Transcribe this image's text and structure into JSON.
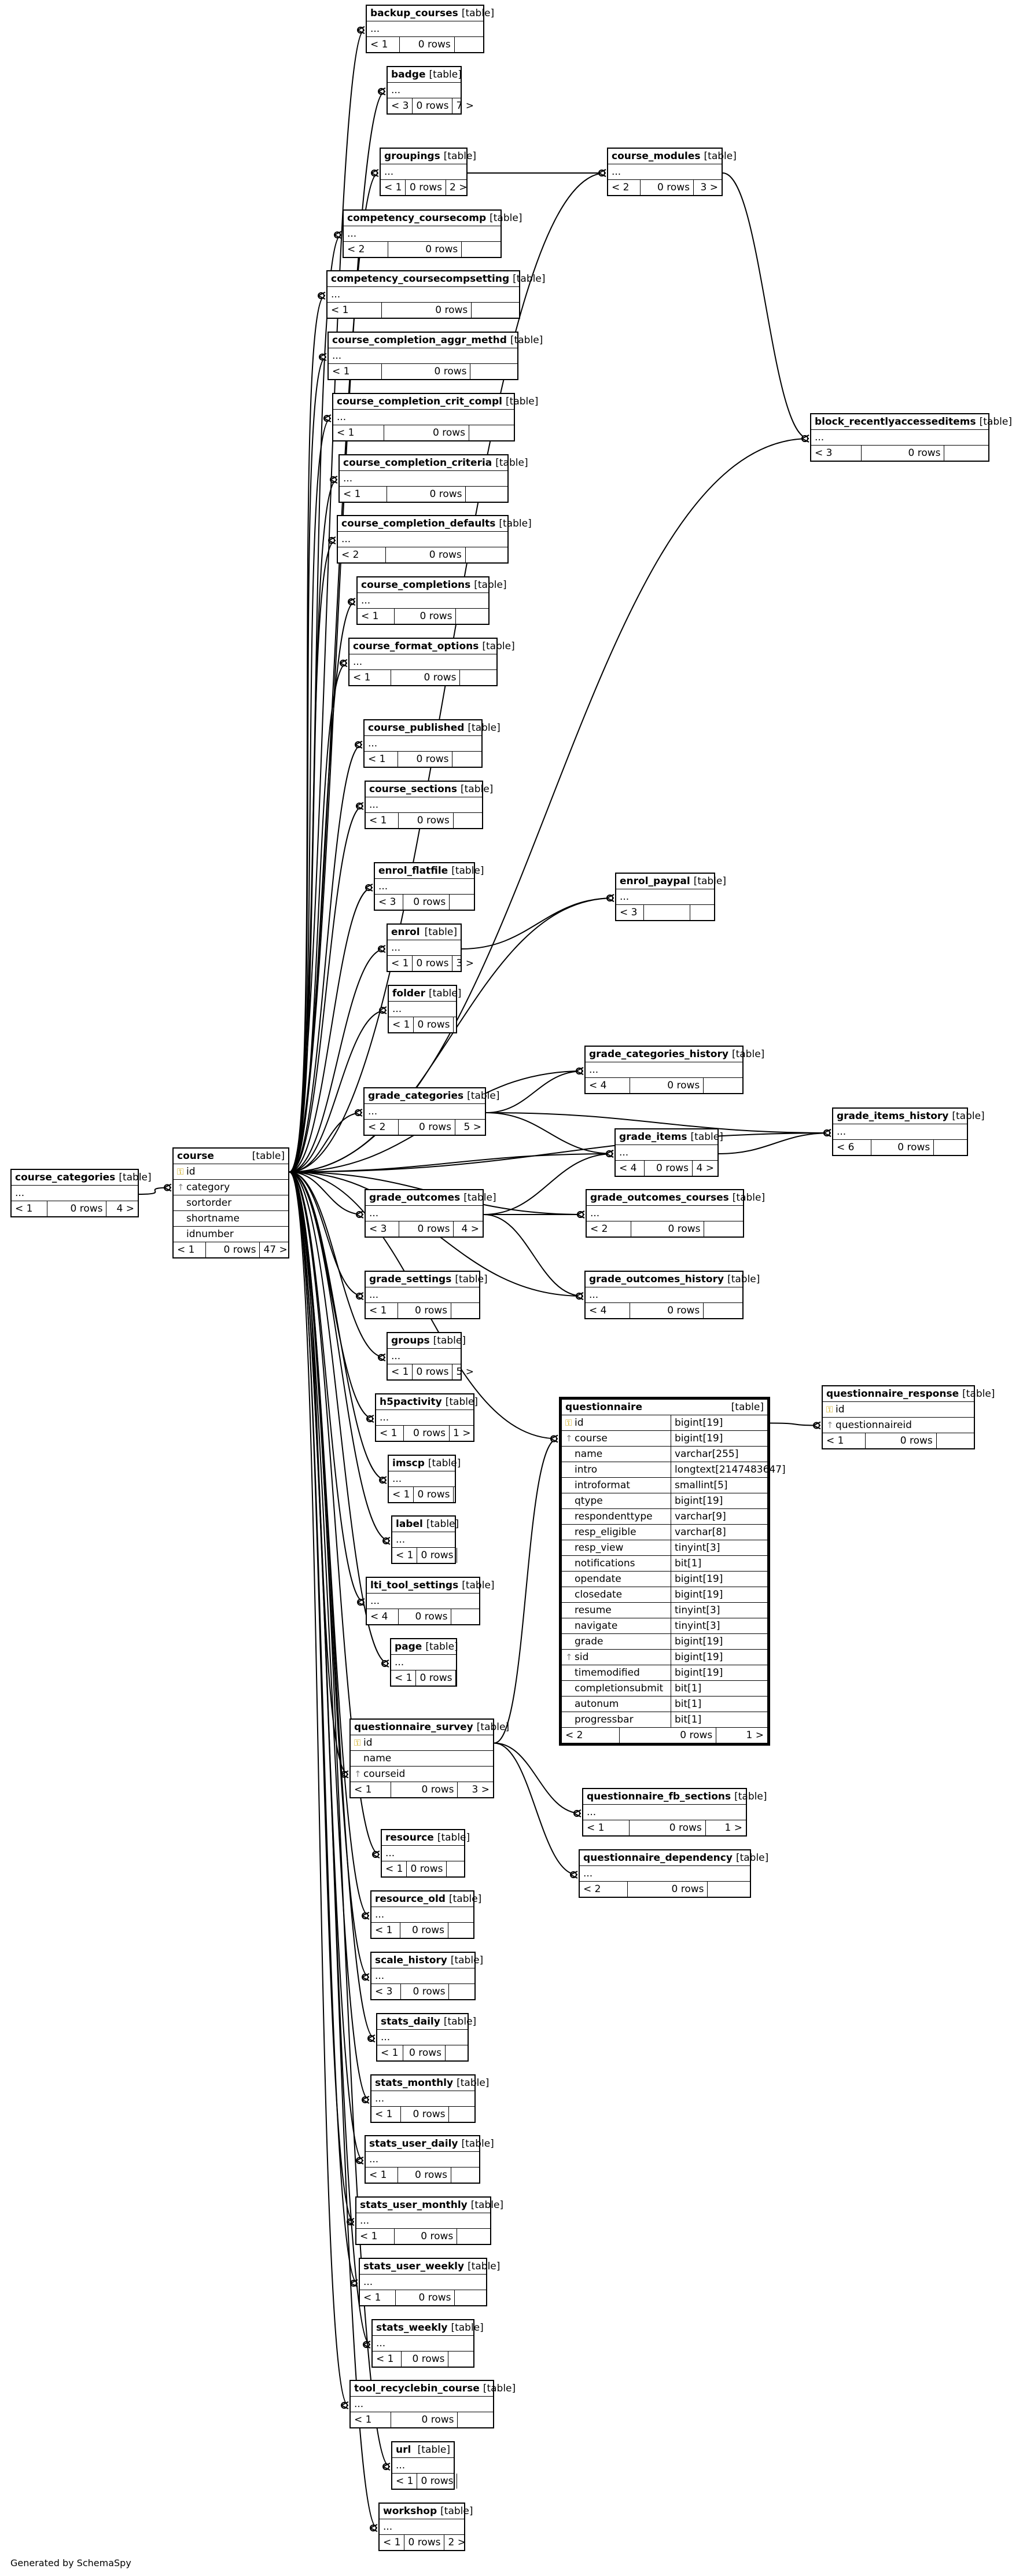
{
  "footer": "Generated by SchemaSpy",
  "ellipsis": "...",
  "tables": [
    {
      "id": "course_categories",
      "name": "course_categories",
      "type": "[table]",
      "footer": [
        "< 1",
        "0 rows",
        "4 >"
      ]
    },
    {
      "id": "course",
      "name": "course",
      "type": "[table]",
      "cols": [
        {
          "n": "id",
          "k": "pk"
        },
        {
          "n": "category",
          "k": "fk"
        },
        {
          "n": "sortorder"
        },
        {
          "n": "shortname"
        },
        {
          "n": "idnumber"
        }
      ],
      "footer": [
        "< 1",
        "0 rows",
        "47 >"
      ]
    },
    {
      "id": "backup_courses",
      "name": "backup_courses",
      "type": "[table]",
      "footer": [
        "< 1",
        "0 rows",
        ""
      ]
    },
    {
      "id": "badge",
      "name": "badge",
      "type": "[table]",
      "footer": [
        "< 3",
        "0 rows",
        "7 >"
      ]
    },
    {
      "id": "groupings",
      "name": "groupings",
      "type": "[table]",
      "footer": [
        "< 1",
        "0 rows",
        "2 >"
      ]
    },
    {
      "id": "course_modules",
      "name": "course_modules",
      "type": "[table]",
      "footer": [
        "< 2",
        "0 rows",
        "3 >"
      ]
    },
    {
      "id": "block_recently",
      "name": "block_recentlyaccesseditems",
      "type": "[table]",
      "footer": [
        "< 3",
        "0 rows",
        ""
      ]
    },
    {
      "id": "competency_coursecomp",
      "name": "competency_coursecomp",
      "type": "[table]",
      "footer": [
        "< 2",
        "0 rows",
        ""
      ]
    },
    {
      "id": "competency_coursecompsetting",
      "name": "competency_coursecompsetting",
      "type": "[table]",
      "footer": [
        "< 1",
        "0 rows",
        ""
      ]
    },
    {
      "id": "course_completion_aggr_methd",
      "name": "course_completion_aggr_methd",
      "type": "[table]",
      "footer": [
        "< 1",
        "0 rows",
        ""
      ]
    },
    {
      "id": "course_completion_crit_compl",
      "name": "course_completion_crit_compl",
      "type": "[table]",
      "footer": [
        "< 1",
        "0 rows",
        ""
      ]
    },
    {
      "id": "course_completion_criteria",
      "name": "course_completion_criteria",
      "type": "[table]",
      "footer": [
        "< 1",
        "0 rows",
        ""
      ]
    },
    {
      "id": "course_completion_defaults",
      "name": "course_completion_defaults",
      "type": "[table]",
      "footer": [
        "< 2",
        "0 rows",
        ""
      ]
    },
    {
      "id": "course_completions",
      "name": "course_completions",
      "type": "[table]",
      "footer": [
        "< 1",
        "0 rows",
        ""
      ]
    },
    {
      "id": "course_format_options",
      "name": "course_format_options",
      "type": "[table]",
      "footer": [
        "< 1",
        "0 rows",
        ""
      ]
    },
    {
      "id": "course_published",
      "name": "course_published",
      "type": "[table]",
      "footer": [
        "< 1",
        "0 rows",
        ""
      ]
    },
    {
      "id": "course_sections",
      "name": "course_sections",
      "type": "[table]",
      "footer": [
        "< 1",
        "0 rows",
        ""
      ]
    },
    {
      "id": "enrol_flatfile",
      "name": "enrol_flatfile",
      "type": "[table]",
      "footer": [
        "< 3",
        "0 rows",
        ""
      ]
    },
    {
      "id": "enrol_paypal",
      "name": "enrol_paypal",
      "type": "[table]",
      "footer": [
        "< 3",
        "",
        ""
      ]
    },
    {
      "id": "enrol",
      "name": "enrol",
      "type": "[table]",
      "footer": [
        "< 1",
        "0 rows",
        "3 >"
      ]
    },
    {
      "id": "folder",
      "name": "folder",
      "type": "[table]",
      "footer": [
        "< 1",
        "0 rows",
        ""
      ]
    },
    {
      "id": "grade_categories_history",
      "name": "grade_categories_history",
      "type": "[table]",
      "footer": [
        "< 4",
        "0 rows",
        ""
      ]
    },
    {
      "id": "grade_categories",
      "name": "grade_categories",
      "type": "[table]",
      "footer": [
        "< 2",
        "0 rows",
        "5 >"
      ]
    },
    {
      "id": "grade_items",
      "name": "grade_items",
      "type": "[table]",
      "footer": [
        "< 4",
        "0 rows",
        "4 >"
      ]
    },
    {
      "id": "grade_items_history",
      "name": "grade_items_history",
      "type": "[table]",
      "footer": [
        "< 6",
        "0 rows",
        ""
      ]
    },
    {
      "id": "grade_outcomes",
      "name": "grade_outcomes",
      "type": "[table]",
      "footer": [
        "< 3",
        "0 rows",
        "4 >"
      ]
    },
    {
      "id": "grade_outcomes_courses",
      "name": "grade_outcomes_courses",
      "type": "[table]",
      "footer": [
        "< 2",
        "0 rows",
        ""
      ]
    },
    {
      "id": "grade_outcomes_history",
      "name": "grade_outcomes_history",
      "type": "[table]",
      "footer": [
        "< 4",
        "0 rows",
        ""
      ]
    },
    {
      "id": "grade_settings",
      "name": "grade_settings",
      "type": "[table]",
      "footer": [
        "< 1",
        "0 rows",
        ""
      ]
    },
    {
      "id": "groups",
      "name": "groups",
      "type": "[table]",
      "footer": [
        "< 1",
        "0 rows",
        "5 >"
      ]
    },
    {
      "id": "h5pactivity",
      "name": "h5pactivity",
      "type": "[table]",
      "footer": [
        "< 1",
        "0 rows",
        "1 >"
      ]
    },
    {
      "id": "imscp",
      "name": "imscp",
      "type": "[table]",
      "footer": [
        "< 1",
        "0 rows",
        ""
      ]
    },
    {
      "id": "label",
      "name": "label",
      "type": "[table]",
      "footer": [
        "< 1",
        "0 rows",
        ""
      ]
    },
    {
      "id": "lti_tool_settings",
      "name": "lti_tool_settings",
      "type": "[table]",
      "footer": [
        "< 4",
        "0 rows",
        ""
      ]
    },
    {
      "id": "page",
      "name": "page",
      "type": "[table]",
      "footer": [
        "< 1",
        "0 rows",
        ""
      ]
    },
    {
      "id": "questionnaire",
      "name": "questionnaire",
      "type": "[table]",
      "cols": [
        {
          "n": "id",
          "t": "bigint[19]",
          "k": "pk"
        },
        {
          "n": "course",
          "t": "bigint[19]",
          "k": "fk"
        },
        {
          "n": "name",
          "t": "varchar[255]"
        },
        {
          "n": "intro",
          "t": "longtext[2147483647]"
        },
        {
          "n": "introformat",
          "t": "smallint[5]"
        },
        {
          "n": "qtype",
          "t": "bigint[19]"
        },
        {
          "n": "respondenttype",
          "t": "varchar[9]"
        },
        {
          "n": "resp_eligible",
          "t": "varchar[8]"
        },
        {
          "n": "resp_view",
          "t": "tinyint[3]"
        },
        {
          "n": "notifications",
          "t": "bit[1]"
        },
        {
          "n": "opendate",
          "t": "bigint[19]"
        },
        {
          "n": "closedate",
          "t": "bigint[19]"
        },
        {
          "n": "resume",
          "t": "tinyint[3]"
        },
        {
          "n": "navigate",
          "t": "tinyint[3]"
        },
        {
          "n": "grade",
          "t": "bigint[19]"
        },
        {
          "n": "sid",
          "t": "bigint[19]",
          "k": "fk"
        },
        {
          "n": "timemodified",
          "t": "bigint[19]"
        },
        {
          "n": "completionsubmit",
          "t": "bit[1]"
        },
        {
          "n": "autonum",
          "t": "bit[1]"
        },
        {
          "n": "progressbar",
          "t": "bit[1]"
        }
      ],
      "footer": [
        "< 2",
        "0 rows",
        "1 >"
      ]
    },
    {
      "id": "questionnaire_response",
      "name": "questionnaire_response",
      "type": "[table]",
      "cols": [
        {
          "n": "id",
          "k": "pk"
        },
        {
          "n": "questionnaireid",
          "k": "fk"
        }
      ],
      "footer": [
        "< 1",
        "0 rows",
        ""
      ]
    },
    {
      "id": "questionnaire_survey",
      "name": "questionnaire_survey",
      "type": "[table]",
      "cols": [
        {
          "n": "id",
          "k": "pk"
        },
        {
          "n": "name"
        },
        {
          "n": "courseid",
          "k": "fk"
        }
      ],
      "footer": [
        "< 1",
        "0 rows",
        "3 >"
      ]
    },
    {
      "id": "questionnaire_fb_sections",
      "name": "questionnaire_fb_sections",
      "type": "[table]",
      "footer": [
        "< 1",
        "0 rows",
        "1 >"
      ]
    },
    {
      "id": "questionnaire_dependency",
      "name": "questionnaire_dependency",
      "type": "[table]",
      "footer": [
        "< 2",
        "0 rows",
        ""
      ]
    },
    {
      "id": "resource",
      "name": "resource",
      "type": "[table]",
      "footer": [
        "< 1",
        "0 rows",
        ""
      ]
    },
    {
      "id": "resource_old",
      "name": "resource_old",
      "type": "[table]",
      "footer": [
        "< 1",
        "0 rows",
        ""
      ]
    },
    {
      "id": "scale_history",
      "name": "scale_history",
      "type": "[table]",
      "footer": [
        "< 3",
        "0 rows",
        ""
      ]
    },
    {
      "id": "stats_daily",
      "name": "stats_daily",
      "type": "[table]",
      "footer": [
        "< 1",
        "0 rows",
        ""
      ]
    },
    {
      "id": "stats_monthly",
      "name": "stats_monthly",
      "type": "[table]",
      "footer": [
        "< 1",
        "0 rows",
        ""
      ]
    },
    {
      "id": "stats_user_daily",
      "name": "stats_user_daily",
      "type": "[table]",
      "footer": [
        "< 1",
        "0 rows",
        ""
      ]
    },
    {
      "id": "stats_user_monthly",
      "name": "stats_user_monthly",
      "type": "[table]",
      "footer": [
        "< 1",
        "0 rows",
        ""
      ]
    },
    {
      "id": "stats_user_weekly",
      "name": "stats_user_weekly",
      "type": "[table]",
      "footer": [
        "< 1",
        "0 rows",
        ""
      ]
    },
    {
      "id": "stats_weekly",
      "name": "stats_weekly",
      "type": "[table]",
      "footer": [
        "< 1",
        "0 rows",
        ""
      ]
    },
    {
      "id": "tool_recyclebin_course",
      "name": "tool_recyclebin_course",
      "type": "[table]",
      "footer": [
        "< 1",
        "0 rows",
        ""
      ]
    },
    {
      "id": "url",
      "name": "url",
      "type": "[table]",
      "footer": [
        "< 1",
        "0 rows",
        ""
      ]
    },
    {
      "id": "workshop",
      "name": "workshop",
      "type": "[table]",
      "footer": [
        "< 1",
        "0 rows",
        "2 >"
      ]
    }
  ],
  "relationships": [
    [
      "course_categories",
      "course"
    ],
    [
      "course",
      "backup_courses"
    ],
    [
      "course",
      "badge"
    ],
    [
      "course",
      "groupings"
    ],
    [
      "course",
      "course_modules"
    ],
    [
      "course",
      "block_recently"
    ],
    [
      "course",
      "competency_coursecomp"
    ],
    [
      "course",
      "competency_coursecompsetting"
    ],
    [
      "course",
      "course_completion_aggr_methd"
    ],
    [
      "course",
      "course_completion_crit_compl"
    ],
    [
      "course",
      "course_completion_criteria"
    ],
    [
      "course",
      "course_completion_defaults"
    ],
    [
      "course",
      "course_completions"
    ],
    [
      "course",
      "course_format_options"
    ],
    [
      "course",
      "course_published"
    ],
    [
      "course",
      "course_sections"
    ],
    [
      "course",
      "enrol_flatfile"
    ],
    [
      "course",
      "enrol_paypal"
    ],
    [
      "course",
      "enrol"
    ],
    [
      "course",
      "folder"
    ],
    [
      "course",
      "grade_categories_history"
    ],
    [
      "course",
      "grade_categories"
    ],
    [
      "course",
      "grade_items"
    ],
    [
      "course",
      "grade_items_history"
    ],
    [
      "course",
      "grade_outcomes"
    ],
    [
      "course",
      "grade_outcomes_courses"
    ],
    [
      "course",
      "grade_outcomes_history"
    ],
    [
      "course",
      "grade_settings"
    ],
    [
      "course",
      "groups"
    ],
    [
      "course",
      "h5pactivity"
    ],
    [
      "course",
      "imscp"
    ],
    [
      "course",
      "label"
    ],
    [
      "course",
      "lti_tool_settings"
    ],
    [
      "course",
      "page"
    ],
    [
      "course",
      "questionnaire"
    ],
    [
      "course",
      "questionnaire_survey"
    ],
    [
      "course",
      "resource"
    ],
    [
      "course",
      "resource_old"
    ],
    [
      "course",
      "scale_history"
    ],
    [
      "course",
      "stats_daily"
    ],
    [
      "course",
      "stats_monthly"
    ],
    [
      "course",
      "stats_user_daily"
    ],
    [
      "course",
      "stats_user_monthly"
    ],
    [
      "course",
      "stats_user_weekly"
    ],
    [
      "course",
      "stats_weekly"
    ],
    [
      "course",
      "tool_recyclebin_course"
    ],
    [
      "course",
      "url"
    ],
    [
      "course",
      "workshop"
    ],
    [
      "groupings",
      "course_modules"
    ],
    [
      "course_modules",
      "block_recently"
    ],
    [
      "enrol",
      "enrol_paypal"
    ],
    [
      "grade_categories",
      "grade_categories_history"
    ],
    [
      "grade_categories",
      "grade_items"
    ],
    [
      "grade_categories",
      "grade_items_history"
    ],
    [
      "grade_items",
      "grade_items_history"
    ],
    [
      "grade_outcomes",
      "grade_items"
    ],
    [
      "grade_outcomes",
      "grade_outcomes_courses"
    ],
    [
      "grade_outcomes",
      "grade_outcomes_history"
    ],
    [
      "questionnaire",
      "questionnaire_response"
    ],
    [
      "questionnaire_survey",
      "questionnaire"
    ],
    [
      "questionnaire_survey",
      "questionnaire_fb_sections"
    ],
    [
      "questionnaire_survey",
      "questionnaire_dependency"
    ]
  ]
}
